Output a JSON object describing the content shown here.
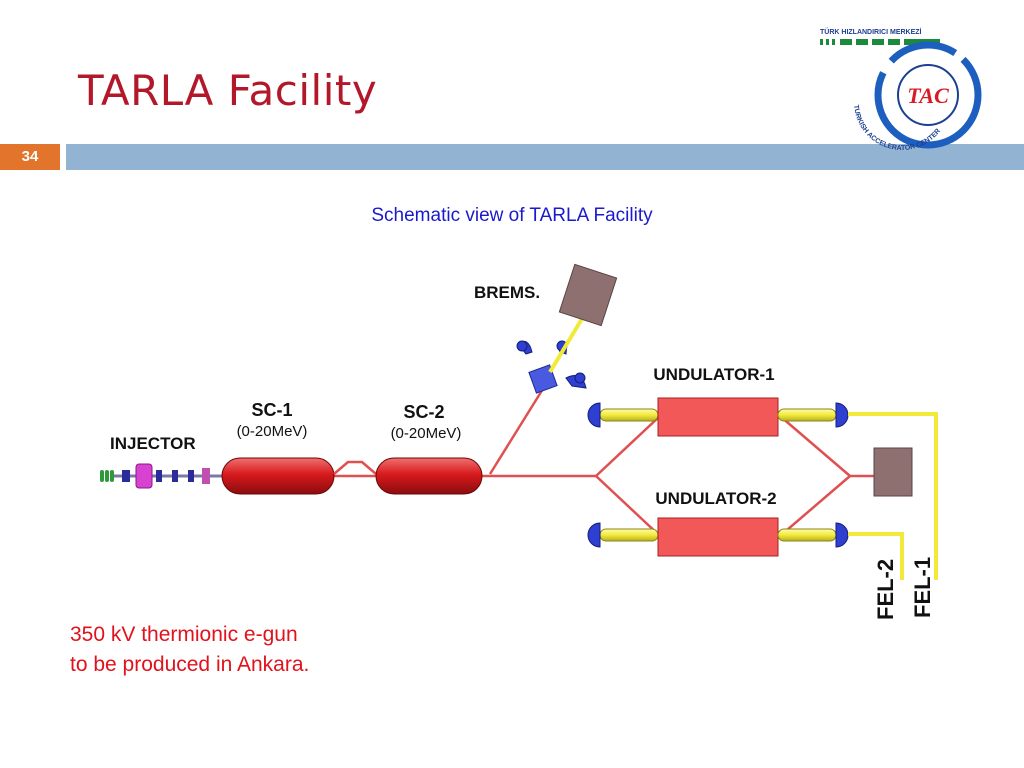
{
  "slide": {
    "title": "TARLA Facility",
    "page_number": "34",
    "caption": "Schematic view of TARLA Facility",
    "note_line1": "350 kV thermionic e-gun",
    "note_line2": "to be produced in Ankara."
  },
  "logo": {
    "top_text": "TÜRK HIZLANDIRICI MERKEZİ",
    "center_text": "TAC",
    "ring_text": "TURKISH ACCELERATOR CENTER"
  },
  "diagram": {
    "injector_label": "INJECTOR",
    "sc1_label": "SC-1",
    "sc1_energy": "(0-20MeV)",
    "sc2_label": "SC-2",
    "sc2_energy": "(0-20MeV)",
    "brems_label": "BREMS.",
    "und1_label": "UNDULATOR-1",
    "und2_label": "UNDULATOR-2",
    "fel1_label": "FEL-1",
    "fel2_label": "FEL-2"
  },
  "colors": {
    "title": "#b3182a",
    "accent_orange": "#e2742c",
    "band_blue": "#93b3d3",
    "caption_blue": "#1a1acc",
    "note_red": "#e1121c",
    "cavity_red": "#d8181c",
    "undulator_red": "#f25858",
    "beam_line": "#e05050",
    "fel_yellow": "#f2ea3a",
    "dump_brown": "#8e7070"
  }
}
